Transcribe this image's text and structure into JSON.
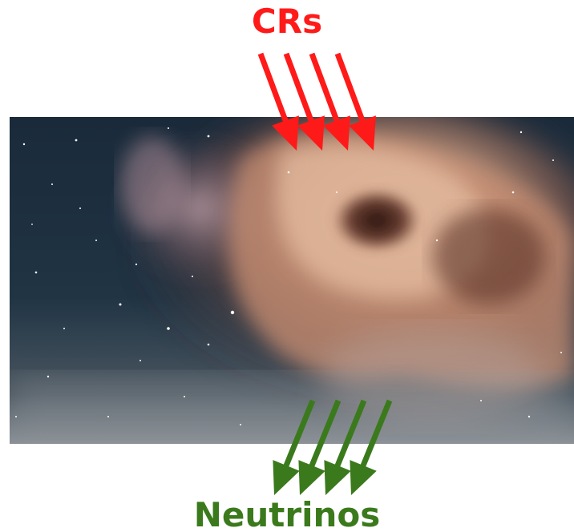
{
  "labels": {
    "incoming": "CRs",
    "outgoing": "Neutrinos"
  },
  "colors": {
    "incoming_arrow": "#ff1a1a",
    "incoming_text": "#ff1a1a",
    "outgoing_arrow": "#3b7a1c",
    "outgoing_text": "#3b7a1c"
  },
  "arrows": {
    "incoming_count": 4,
    "outgoing_count": 4
  }
}
